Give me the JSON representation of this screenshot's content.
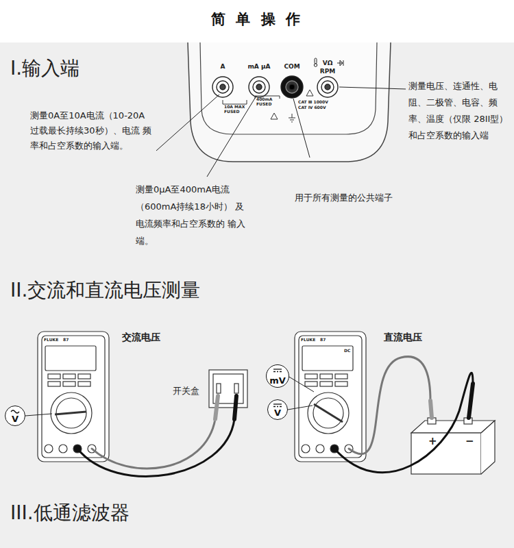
{
  "diagram": {
    "title": "简 单 操 作",
    "nodes": [
      {
        "text": [
          "V"
        ]
      },
      {
        "text": [
          "mV"
        ]
      },
      {
        "text": [
          "V"
        ]
      }
    ],
    "labels": [
      "I.输入端",
      "A",
      "mA μA",
      "COM",
      "VΩ",
      "RPM",
      "10A MAX FUSED",
      "400mA FUSED",
      "CAT Ⅲ 1000V",
      "CAT Ⅳ 600V",
      "测量0A至10A电流（10-20A 过载最长持续30秒）、电流 频率和占空系数的输入端。",
      "测量0μA至400mA电流 （600mA持续18小时） 及电流频率和占空系数的 输入端。",
      "用于所有测量的公共端子",
      "测量电压、连通性、电阻、二极管、电容、频率、温度（仅限 28II型）和占空系数的输入端",
      "II.交流和直流电压测量",
      "交流电压",
      "开关盒",
      "直流电压",
      "FLUKE",
      "87",
      "FLUKE",
      "87",
      "DC",
      "+",
      "−",
      "III.低通滤波器"
    ]
  }
}
